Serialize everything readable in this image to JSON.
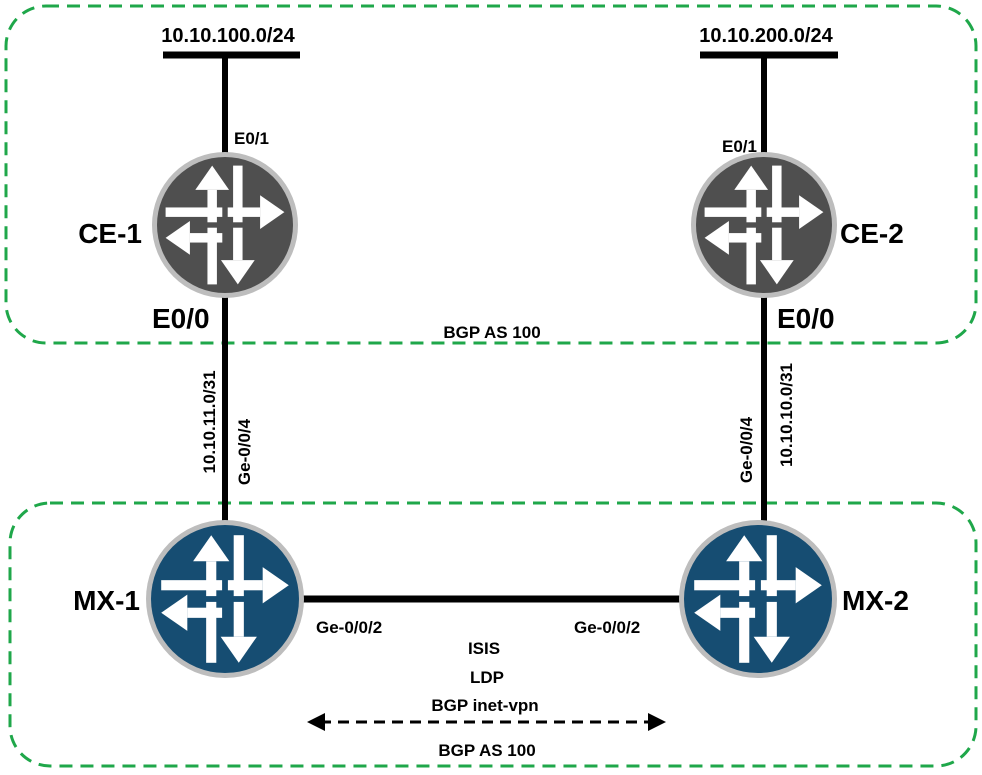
{
  "colors": {
    "zone_border": "#1fa74a",
    "ce_router_fill": "#4f4f4f",
    "mx_router_fill": "#164d72",
    "router_ring": "#bdbdbd",
    "link": "#000000"
  },
  "zones": {
    "ce_zone": {
      "label": "BGP AS 100"
    },
    "mx_zone": {
      "label": "BGP AS 100"
    }
  },
  "networks": {
    "lan1": "10.10.100.0/24",
    "lan2": "10.10.200.0/24"
  },
  "routers": {
    "ce1": {
      "name": "CE-1",
      "icon": "router-icon",
      "lan_if": "E0/1",
      "wan_if": "E0/0"
    },
    "ce2": {
      "name": "CE-2",
      "icon": "router-icon",
      "lan_if": "E0/1",
      "wan_if": "E0/0"
    },
    "mx1": {
      "name": "MX-1",
      "icon": "router-icon",
      "uplink_if": "Ge-0/0/4",
      "core_if": "Ge-0/0/2"
    },
    "mx2": {
      "name": "MX-2",
      "icon": "router-icon",
      "uplink_if": "Ge-0/0/4",
      "core_if": "Ge-0/0/2"
    }
  },
  "links": {
    "ce1_mx1_subnet": "10.10.11.0/31",
    "ce2_mx2_subnet": "10.10.10.0/31"
  },
  "core_protocols": [
    "ISIS",
    "LDP",
    "BGP inet-vpn"
  ]
}
